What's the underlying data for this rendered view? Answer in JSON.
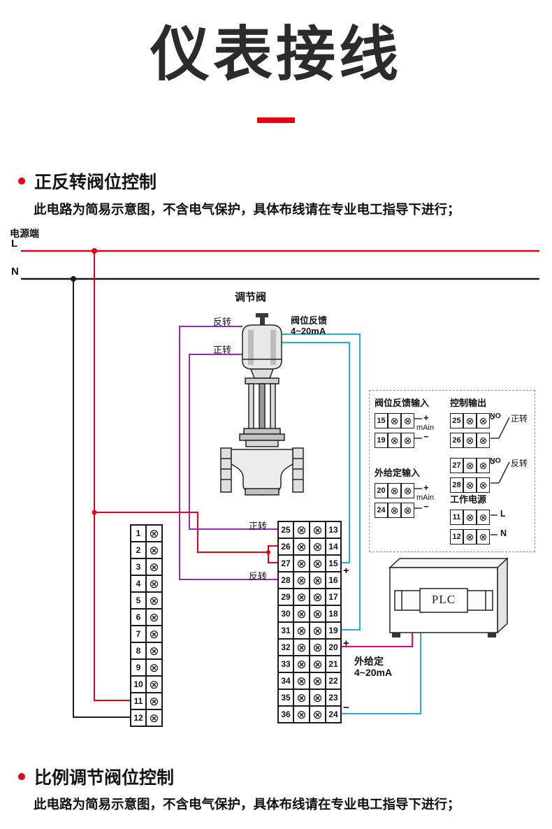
{
  "page": {
    "title": "仪表接线"
  },
  "sections": [
    {
      "heading": "正反转阀位控制",
      "note": "此电路为简易示意图，不含电气保护，具体布线请在专业电工指导下进行；"
    },
    {
      "heading": "比例调节阀位控制",
      "note": "此电路为简易示意图，不含电气保护，具体布线请在专业电工指导下进行；"
    }
  ],
  "power": {
    "label": "电源端",
    "l": "L",
    "n": "N"
  },
  "diagram": {
    "valve_title": "调节阀",
    "valve_reverse": "反转",
    "valve_forward": "正转",
    "feedback_line1": "阀位反馈",
    "feedback_line2": "4~20mA",
    "row_forward": "正转",
    "row_reverse": "反转",
    "plus": "+",
    "minus": "−",
    "setpoint_line1": "外给定",
    "setpoint_line2": "4~20mA",
    "plc": "PLC",
    "screw_glyph": "⊗",
    "left_terminals": [
      "1",
      "2",
      "3",
      "4",
      "5",
      "6",
      "7",
      "8",
      "9",
      "10",
      "11",
      "12"
    ],
    "middle_left_terminals": [
      "25",
      "26",
      "27",
      "28",
      "29",
      "30",
      "31",
      "32",
      "33",
      "34",
      "35",
      "36"
    ],
    "middle_right_terminals": [
      "13",
      "14",
      "15",
      "16",
      "17",
      "18",
      "19",
      "20",
      "21",
      "22",
      "23",
      "24"
    ]
  },
  "legend": {
    "groups": [
      {
        "title": "阀位反馈输入",
        "terminals": [
          "15",
          "19"
        ]
      },
      {
        "title": "控制输出",
        "terminals": [
          "25",
          "26",
          "27",
          "28"
        ]
      },
      {
        "title": "外给定输入",
        "terminals": [
          "20",
          "24"
        ]
      },
      {
        "title": "工作电源",
        "terminals": [
          "11",
          "12"
        ]
      }
    ],
    "signs": {
      "plus": "+",
      "minus": "−",
      "ma_in": "mAin",
      "no": "NO",
      "forward": "正转",
      "reverse": "反转",
      "l": "L",
      "n": "N"
    }
  },
  "colors": {
    "accent_red": "#e60012",
    "wire_red": "#e60012",
    "wire_black": "#1a1a1a",
    "wire_purple": "#9c27b0",
    "wire_cyan": "#29abe2",
    "wire_magenta": "#e5007f"
  }
}
